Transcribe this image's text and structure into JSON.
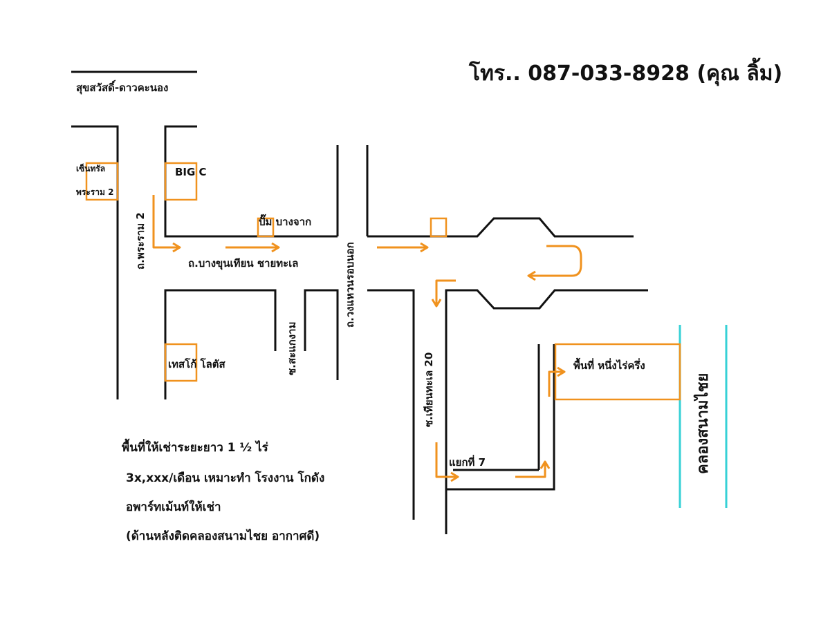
{
  "header": {
    "phone": "โทร.. 087-033-8928 (คุณ ลิ้ม)",
    "area_name": "สุขสวัสดิ์-ดาวคะนอง"
  },
  "places": {
    "central_line1": "เซ็นทรัล",
    "central_line2": "พระราม 2",
    "big_c": "BIG C",
    "pump": "ปั๊ม บางจาก",
    "tesco": "เทสโก้ โลตัส",
    "plot": "พื้นที่ หนึ่งไร่ครึ่ง",
    "junction_7": "แยกที่ 7"
  },
  "roads": {
    "rama2": "ถ.พระราม 2",
    "bangkhuntien": "ถ.บางขุนเทียน ชายทะเล",
    "ring_road": "ถ.วงแหวนรอบนอก",
    "soi_sanaengam": "ซ.สะแกงาม",
    "soi_tientalay20": "ซ.เทียนทะเล 20",
    "canal": "คลองสนามไชย"
  },
  "info": {
    "line1": "พื้นที่ให้เช่าระยะยาว 1 ½ ไร่",
    "line2": "3x,xxx/เดือน เหมาะทำ โรงงาน โกดัง",
    "line3": "อพาร์ทเม้นท์ให้เช่า",
    "line4": "(ด้านหลังติดคลองสนามไชย อากาศดี)"
  },
  "colors": {
    "road": "#111111",
    "landmark": "#f0921e",
    "arrow": "#f0921e",
    "canal": "#36d1d6"
  }
}
